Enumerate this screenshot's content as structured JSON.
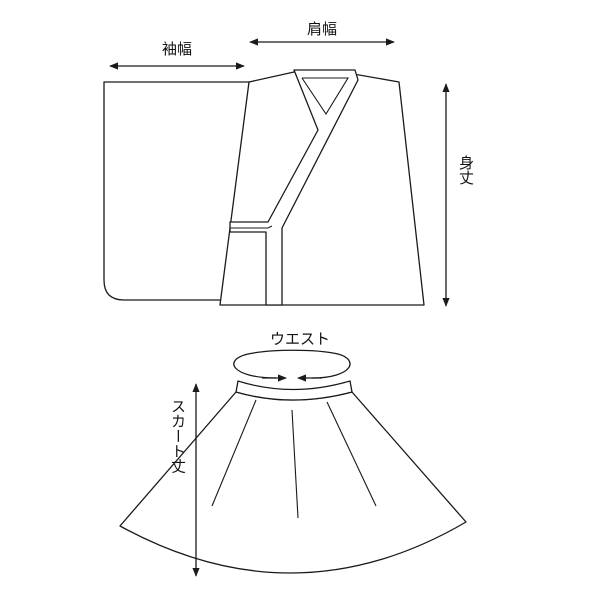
{
  "labels": {
    "sleeve_width": "袖幅",
    "shoulder_width": "肩幅",
    "body_length": "身丈",
    "waist": "ウエスト",
    "skirt_length": "スカート丈"
  },
  "colors": {
    "line": "#1a1a1a",
    "background": "#ffffff"
  }
}
